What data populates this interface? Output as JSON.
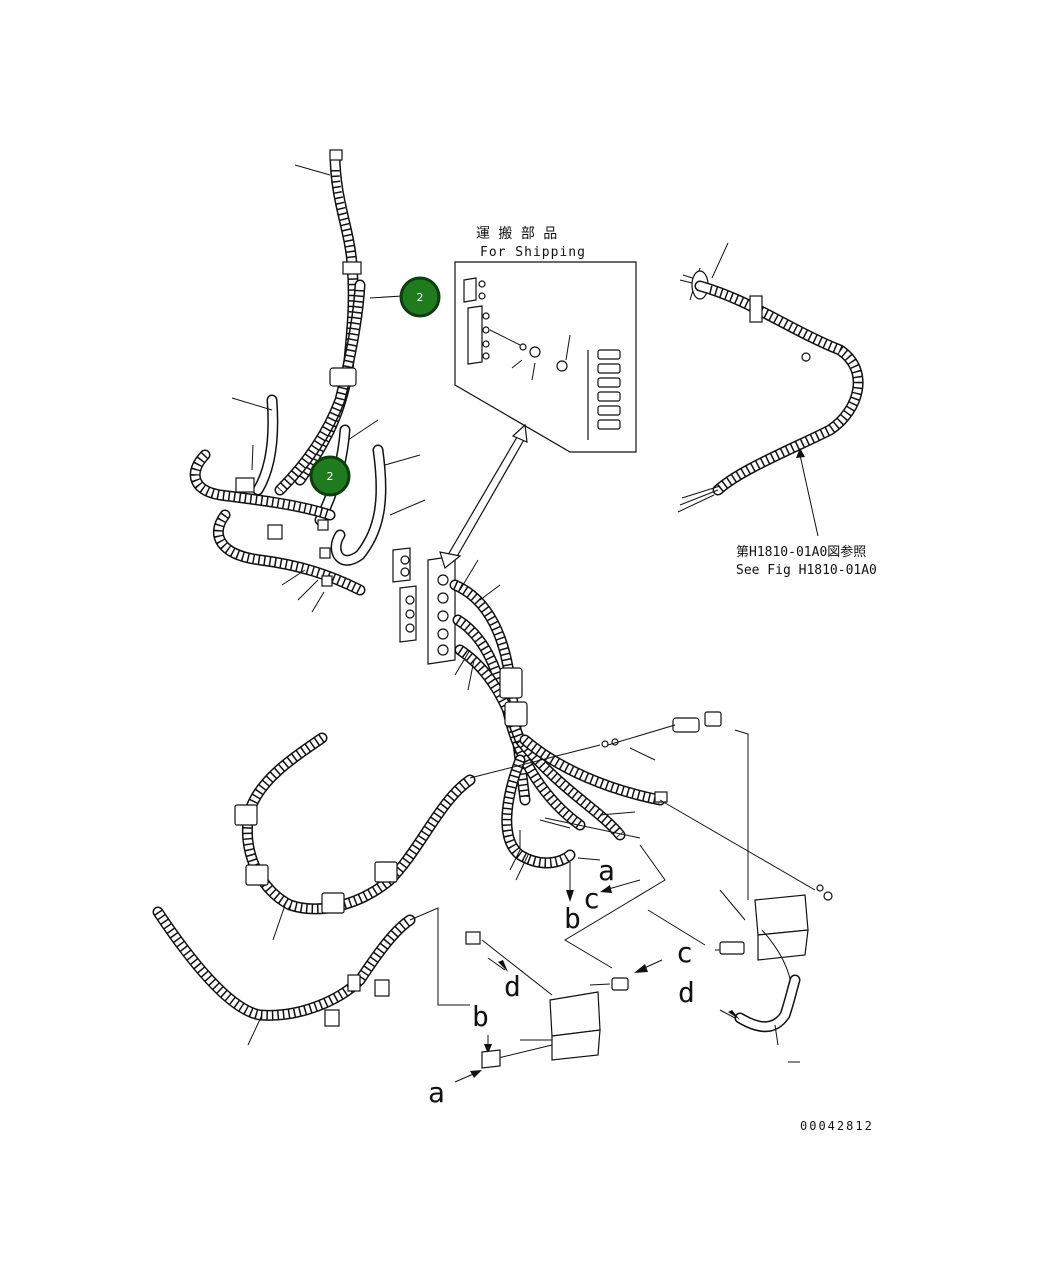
{
  "shipping_box": {
    "title_jp": "運 搬 部 品",
    "title_en": "For Shipping"
  },
  "reference": {
    "line_jp": "第H1810-01A0図参照",
    "line_en": "See Fig H1810-01A0"
  },
  "callouts": [
    {
      "id": "callout-1",
      "text": "2"
    },
    {
      "id": "callout-2",
      "text": "2"
    }
  ],
  "connection_labels": {
    "a1": "a",
    "b1": "b",
    "c1": "c",
    "c2": "c",
    "d1": "d",
    "d2": "d",
    "b2": "b",
    "a2": "a"
  },
  "drawing_number": "00042812",
  "colors": {
    "callout_fill": "#1e7b1e",
    "line": "#111111"
  }
}
